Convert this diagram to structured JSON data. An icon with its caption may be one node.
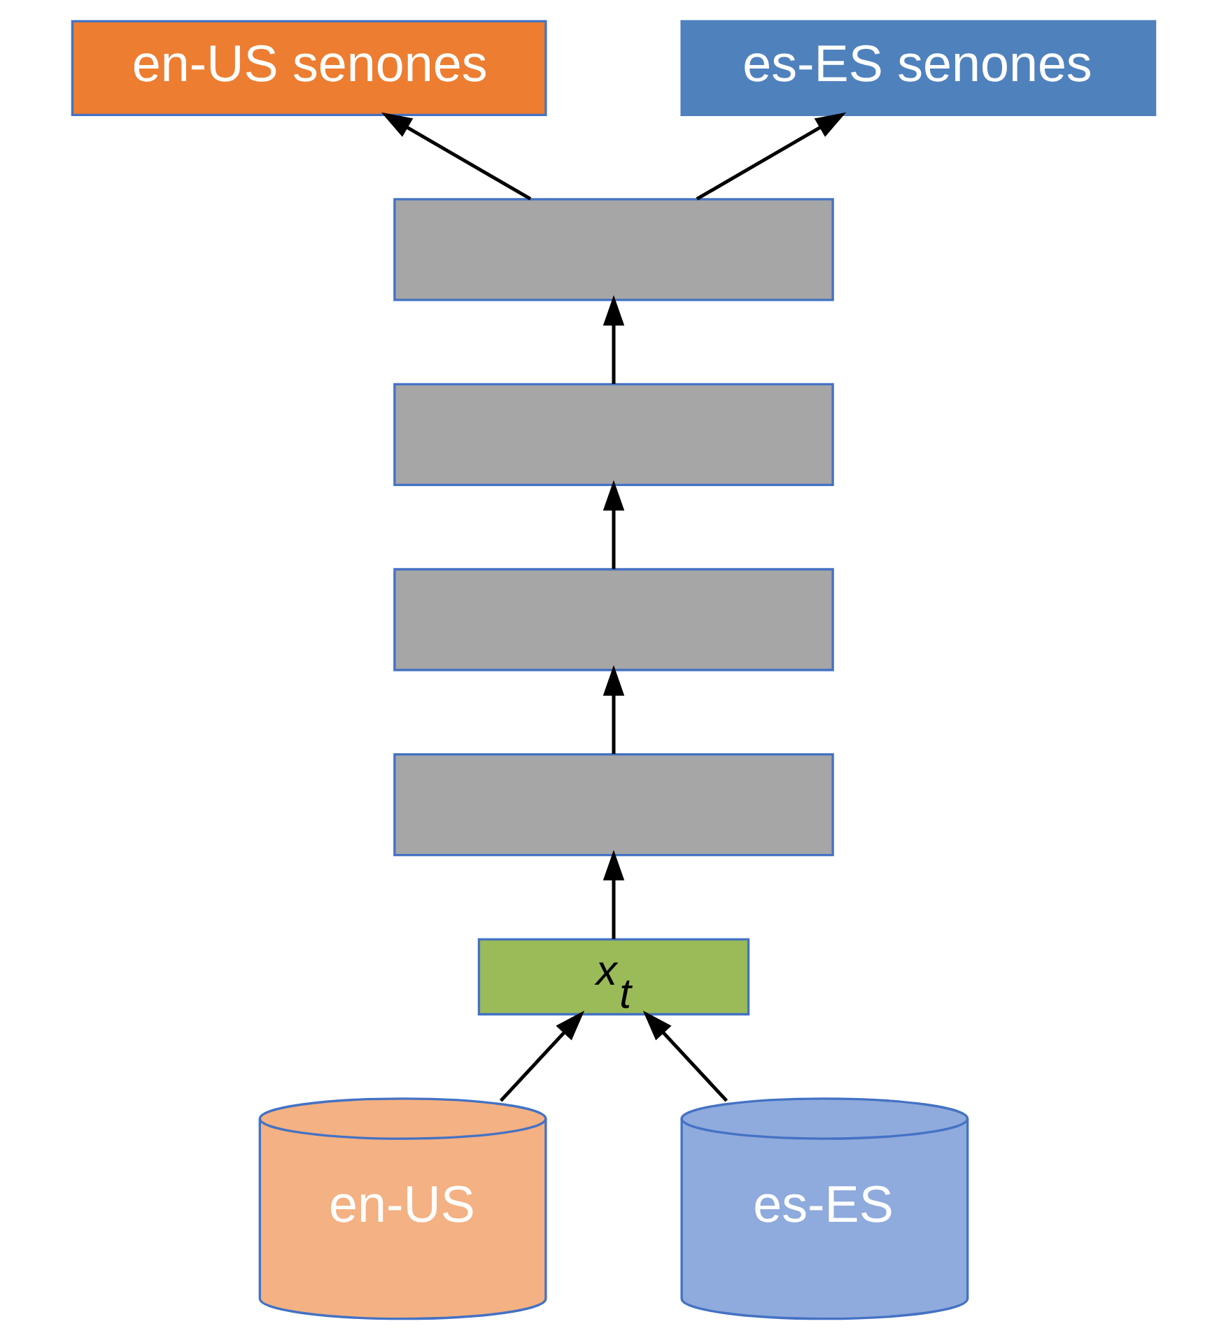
{
  "diagram": {
    "nodes": [
      {
        "text": [
          "en-US senones"
        ]
      },
      {
        "text": [
          "es-ES senones"
        ]
      },
      {
        "text": [],
        "shape": "box"
      },
      {
        "text": [],
        "shape": "box"
      },
      {
        "text": [],
        "shape": "box"
      },
      {
        "text": [],
        "shape": "box"
      },
      {
        "text": [
          "x$_{t}$"
        ]
      },
      {
        "text": [
          "en-US"
        ]
      },
      {
        "text": [
          "es-ES"
        ]
      }
    ],
    "edges": [
      {
        "from": 2,
        "to": 0,
        "arrow": "to"
      },
      {
        "from": 2,
        "to": 1,
        "arrow": "to"
      },
      {
        "from": 3,
        "to": 2,
        "arrow": "to"
      },
      {
        "from": 4,
        "to": 3,
        "arrow": "to"
      },
      {
        "from": 5,
        "to": 4,
        "arrow": "to"
      },
      {
        "from": 6,
        "to": 5,
        "arrow": "to"
      },
      {
        "from": 7,
        "to": 6,
        "arrow": "to"
      },
      {
        "from": 8,
        "to": 6,
        "arrow": "to"
      }
    ]
  }
}
